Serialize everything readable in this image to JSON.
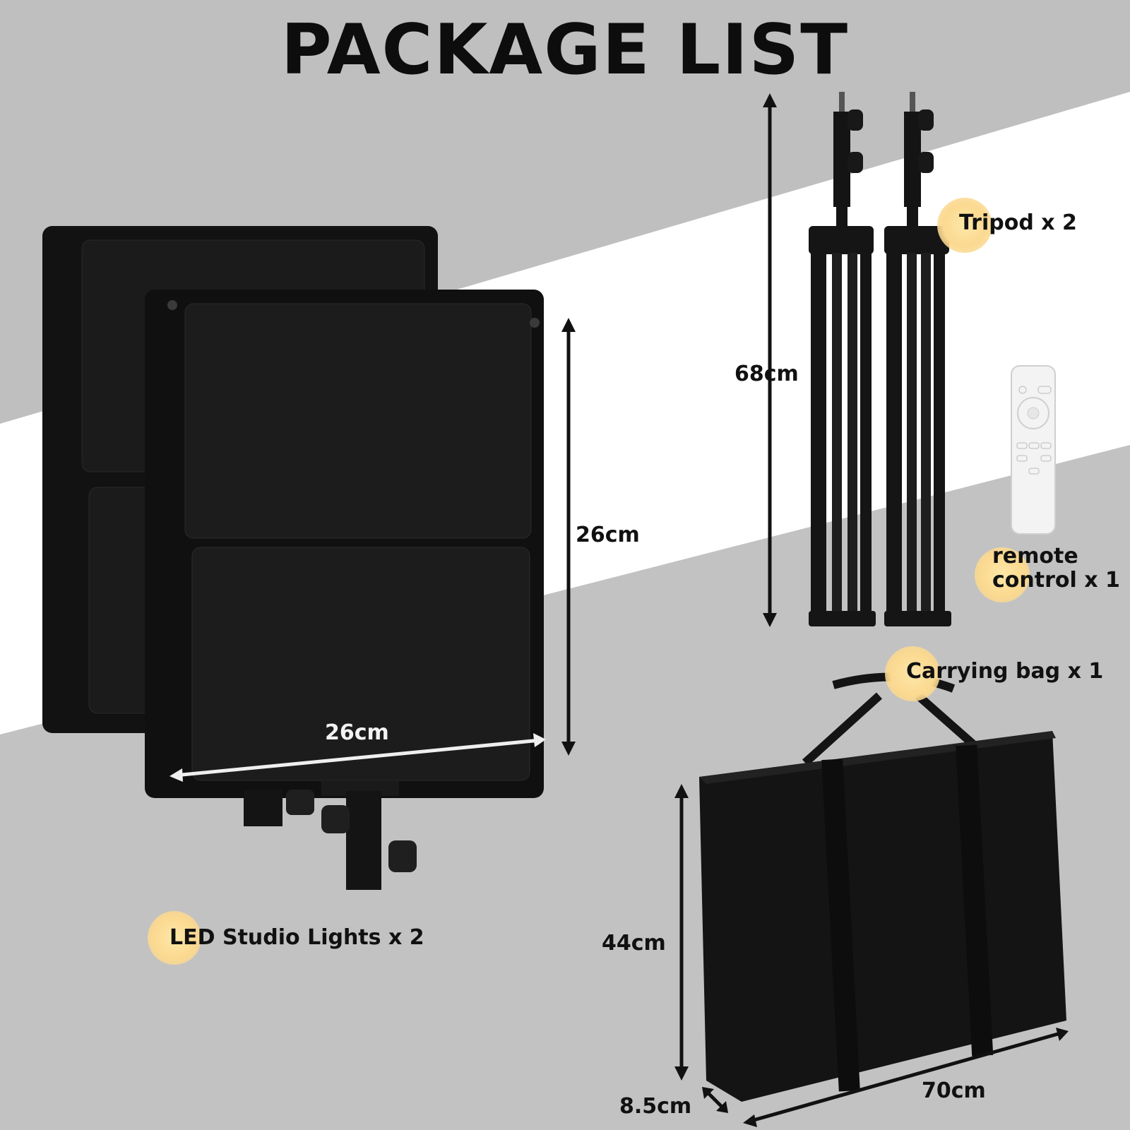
{
  "title": "PACKAGE LIST",
  "items": {
    "tripod": "Tripod x 2",
    "remote_line1": "remote",
    "remote_line2": "control x 1",
    "bag": "Carrying bag x 1",
    "lights": "LED Studio Lights x 2"
  },
  "dimensions": {
    "tripod_height": "68cm",
    "light_height": "26cm",
    "light_width": "26cm",
    "bag_height": "44cm",
    "bag_width": "70cm",
    "bag_depth": "8.5cm"
  },
  "colors": {
    "accent_dot": "#fbd990",
    "background_gray": "#bdbdbd",
    "product_black": "#141414"
  }
}
